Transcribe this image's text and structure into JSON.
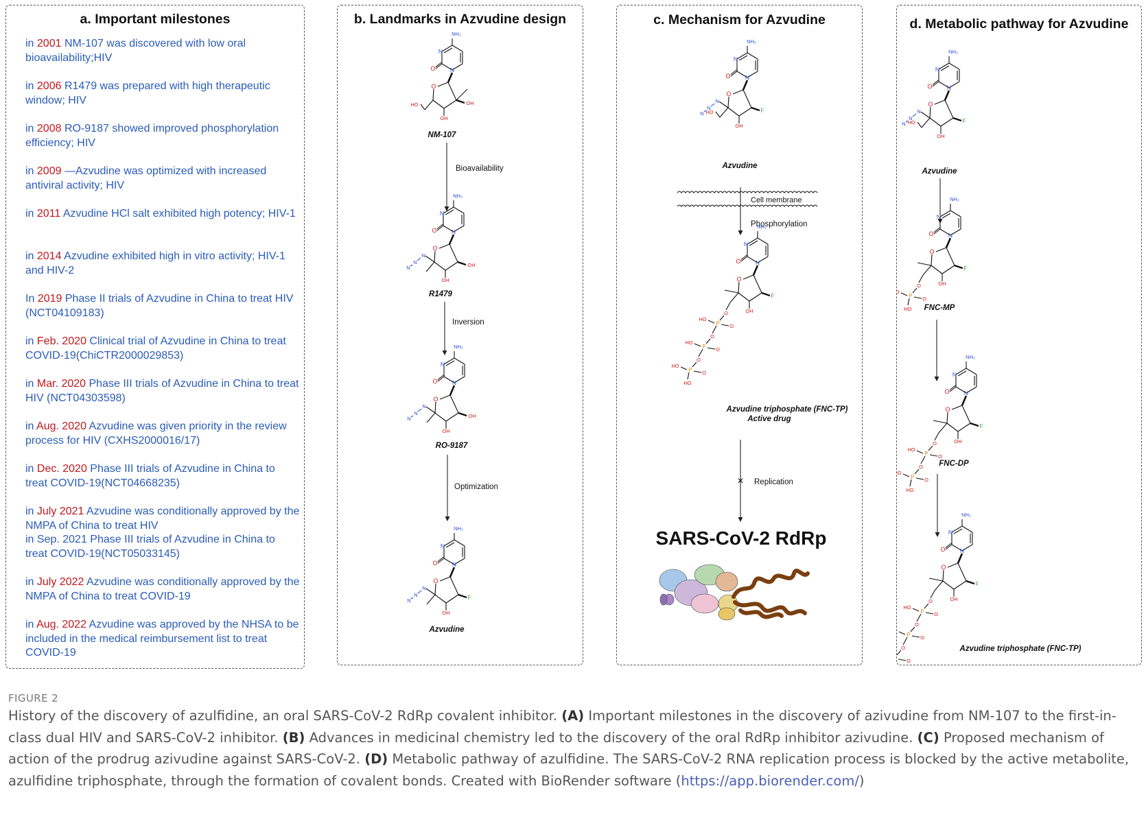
{
  "panel_a": {
    "title": "a. Important milestones",
    "items": [
      {
        "prefix": "in ",
        "year": "2001",
        "text": " NM-107 was discovered with low oral bioavailability;HIV"
      },
      {
        "prefix": "in ",
        "year": "2006",
        "text": " R1479 was prepared with high therapeutic window; HIV"
      },
      {
        "prefix": "in ",
        "year": "2008",
        "text": " RO-9187 showed improved phosphorylation efficiency; HIV"
      },
      {
        "prefix": "in ",
        "year": "2009",
        "text": " —Azvudine was optimized with increased antiviral activity; HIV"
      },
      {
        "prefix": "in ",
        "year": "2011",
        "text": " Azvudine HCl salt exhibited high potency; HIV-1"
      },
      {
        "prefix": "in ",
        "year": "2014",
        "text": " Azvudine exhibited high in vitro activity; HIV-1  and HIV-2"
      },
      {
        "prefix": "In ",
        "year": "2019",
        "text": " Phase II trials of Azvudine in China to treat HIV (NCT04109183)"
      },
      {
        "prefix": "in ",
        "year": "Feb. 2020",
        "text": " Clinical trial of Azvudine in China to treat COVID-19(ChiCTR2000029853)"
      },
      {
        "prefix": "in ",
        "year": "Mar. 2020",
        "text": " Phase III trials of Azvudine in China to treat HIV (NCT04303598)"
      },
      {
        "prefix": "in ",
        "year": "Aug. 2020",
        "text": " Azvudine was given priority in the review process for HIV (CXHS2000016/17)"
      },
      {
        "prefix": "in ",
        "year": "Dec. 2020",
        "text": " Phase III trials of Azvudine in China to treat COVID-19(NCT04668235)"
      },
      {
        "prefix": "in ",
        "year": "July 2021",
        "text": " Azvudine was conditionally approved by the NMPA of China to treat HIV"
      },
      {
        "prefix": "in Sep. 2021",
        "year": "",
        "text": " Phase III trials of Azvudine in China to treat COVID-19(NCT05033145)"
      },
      {
        "prefix": "in ",
        "year": "July 2022",
        "text": " Azvudine was conditionally approved by the NMPA of China to treat COVID-19"
      },
      {
        "prefix": "in ",
        "year": "Aug. 2022",
        "text": " Azvudine was approved by the NHSA to be included in the medical reimbursement list to treat COVID-19"
      }
    ]
  },
  "panel_b": {
    "title": "b. Landmarks in Azvudine design",
    "compounds": [
      "NM-107",
      "R1479",
      "RO-9187",
      "Azvudine"
    ],
    "steps": [
      "Bioavailability",
      "Inversion",
      "Optimization"
    ]
  },
  "panel_c": {
    "title": "c. Mechanism for Azvudine",
    "compound_top": "Azvudine",
    "membrane_label": "Cell membrane",
    "step1": "Phosphorylation",
    "compound_mid_line1": "Azvudine triphosphate (FNC-TP)",
    "compound_mid_line2": "Active drug",
    "step2": "Replication",
    "target": "SARS-CoV-2 RdRp"
  },
  "panel_d": {
    "title": "d. Metabolic pathway for Azvudine",
    "compounds": [
      "Azvudine",
      "FNC-MP",
      "FNC-DP",
      "Azvudine triphosphate (FNC-TP)"
    ]
  },
  "atoms": {
    "N": "N",
    "O": "O",
    "NH2": "NH₂",
    "HO": "HO",
    "OH": "OH",
    "F": "F",
    "P": "P",
    "N3": "N",
    "plus": "+",
    "minus": "−"
  },
  "figure": {
    "label": "FIGURE 2",
    "caption_1": "History of the discovery of azulfidine, an oral SARS-CoV-2 RdRp covalent inhibitor. ",
    "A": "(A)",
    "caption_2": " Important milestones in the discovery of azivudine from NM-107 to the first-in-class dual HIV and SARS-CoV-2 inhibitor. ",
    "B": "(B)",
    "caption_3": " Advances in medicinal chemistry led to the discovery of the oral RdRp inhibitor azivudine. ",
    "C": "(C)",
    "caption_4": " Proposed mechanism of action of the prodrug azivudine against SARS-CoV-2. ",
    "D": "(D)",
    "caption_5": " Metabolic pathway of azulfidine. The SARS-CoV-2 RNA replication process is blocked by the active metabolite, azulfidine triphosphate, through the formation of covalent bonds. Created with BioRender software (",
    "link": "https://app.biorender.com/",
    "caption_6": ")"
  },
  "colors": {
    "milestone_text": "#2a5bb8",
    "year": "#c0171c",
    "nitrogen": "#2a4fd0",
    "oxygen": "#d01a1a",
    "phosphorus": "#e08a1a",
    "fluorine": "#3aa43a",
    "rdrp_rna": "#7a3f10"
  }
}
